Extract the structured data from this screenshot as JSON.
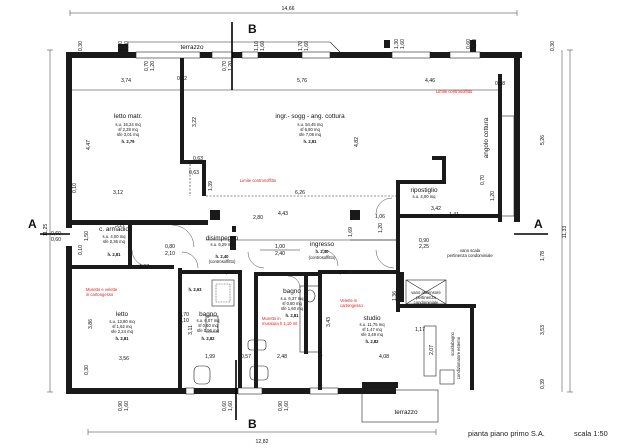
{
  "overall": {
    "top": "14,66",
    "bottom": "12,82",
    "left": "11,25",
    "right": "11,33"
  },
  "section_marks": {
    "a_left": "A",
    "a_right": "A",
    "b_top": "B",
    "b_bottom": "B"
  },
  "rooms": {
    "letto_matr": {
      "name": "letto matr.",
      "su": "s.u. 16,24 mq",
      "sf": "sf 2,28 mq",
      "sfe": "sfe 3,01 mq",
      "h": "h. 2,79"
    },
    "ingr": {
      "name": "ingr.- sogg - ang. cottura",
      "su": "s.u. 54,45 mq",
      "sf": "sf 6,80 mq",
      "sfe": "sfe 7,08 mq",
      "h": "h. 2,81"
    },
    "c_armadio": {
      "name": "c. armadio",
      "su": "s.u. 4,00 mq",
      "sfe": "sfe 0,36 mq",
      "h": "h. 2,81"
    },
    "disimpegno": {
      "name": "disimpegno",
      "su": "s.u. 6,29 mq",
      "h": "h. 2,40",
      "note": "(controsoffitto)"
    },
    "ingresso": {
      "name": "ingresso",
      "h": "h. 2,40",
      "note": "(controsoffitto)"
    },
    "ripostiglio": {
      "name": "ripostiglio",
      "su": "s.u. 4,00 mq"
    },
    "letto": {
      "name": "letto",
      "su": "s.u. 13,80 mq",
      "sf": "sf 1,62 mq",
      "sfe": "sfe 2,24 mq",
      "h": "h. 2,81"
    },
    "bagno1": {
      "name": "bagno",
      "su": "s.u. 6,07 mq",
      "sf": "sf 0,60 mq",
      "sfe": "sfe 0,96 mq",
      "h": "h. 2,82"
    },
    "bagno2": {
      "name": "bagno",
      "su": "s.u. 6,37 mq",
      "sf": "sf 0,80 mq",
      "sfe": "sfe 1,60 mq",
      "h": "h. 2,81"
    },
    "studio": {
      "name": "studio",
      "su": "s.u. 11,75 mq",
      "sf": "sf 1,47 mq",
      "sfe": "sfe 3,49 mq",
      "h": "h. 2,82"
    },
    "h263": {
      "h": "h. 2,63"
    }
  },
  "terraces": {
    "top": "terrazzo",
    "bottom": "terrazzo"
  },
  "labels": {
    "limite1": "Limite controsoffitto",
    "limite2": "Limite controsoffitto",
    "angolo": "angolo cottura",
    "vano_scala": "vano scala",
    "pertinenza1": "pertinenza condominiale",
    "vano_ascensore": "vano ascensore",
    "pertinenza2": "pertinenza",
    "condominiale": "condominiale",
    "muretto1": "Muretto e velette",
    "muretto1b": "in cartongesso",
    "velette": "Velette in",
    "velette2": "cartongesso",
    "muretto2": "Muretto in",
    "muretto2b": "muratura h 1,10 mt",
    "scaldabagno": "scaldabagno",
    "condizionatore": "condizionatore esterno"
  },
  "dims": {
    "d374": "3,74",
    "d012": "0,12",
    "d576": "5,76",
    "d446": "4,46",
    "d018": "0,18",
    "d447": "4,47",
    "d322": "3,22",
    "d482": "4,82",
    "d526": "5,26",
    "d063a": "0,63",
    "d063b": "0,63",
    "d139": "1,39",
    "d010": "0,10",
    "d312": "3,12",
    "d626": "6,26",
    "d327": "3,27",
    "d280": "2,80",
    "d443": "4,43",
    "d106": "1,06",
    "d342": "3,42",
    "d141": "1,41",
    "d120": "1,20",
    "d070": "0,70",
    "d060a": "0,60",
    "d060b": "0,60",
    "d150": "1,50",
    "d080": "0,80",
    "d210": "2,10",
    "d100": "1,00",
    "d240": "2,40",
    "d169": "1,69",
    "d090": "0,90",
    "d225": "2,25",
    "d178": "1,78",
    "d167": "1,67",
    "d368": "3,68",
    "d360": "3,60",
    "d386": "3,86",
    "d311": "3,11",
    "d343": "3,43",
    "d136": "1,36",
    "d117": "1,17",
    "d353": "3,53",
    "d207": "2,07",
    "d356": "3,56",
    "d199": "1,99",
    "d057": "0,57",
    "d248": "2,48",
    "d408": "4,08",
    "d030a": "0,30",
    "d030b": "0,30",
    "d039": "0,39",
    "d160a": "1,60",
    "d160b": "1,60",
    "d160c": "1,60",
    "d110": "1,10",
    "d170": "1,70",
    "d130": "1,30",
    "d090b": "0,90"
  },
  "footer": {
    "title": "pianta piano primo S.A.",
    "scale": "scala 1:50"
  }
}
